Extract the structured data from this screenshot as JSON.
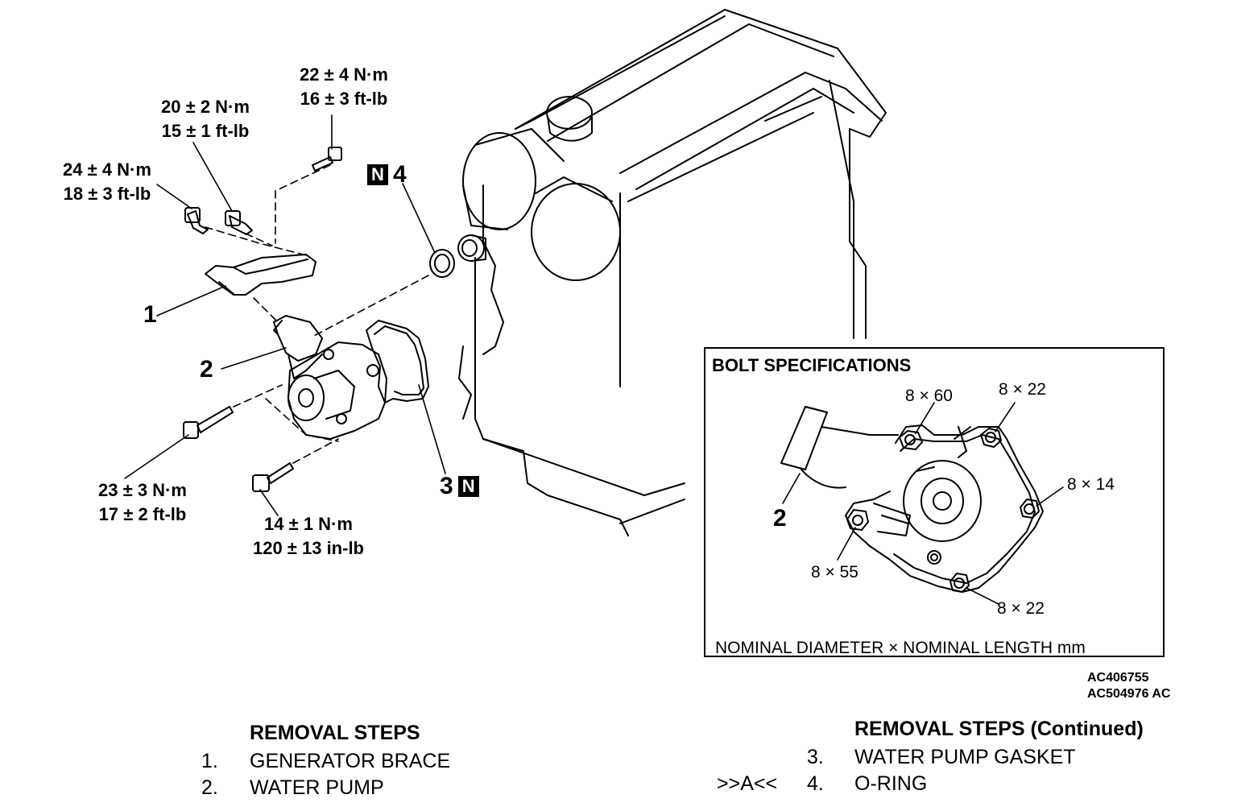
{
  "torque_specs": [
    {
      "nm": "22 ± 4 N·m",
      "imperial": "16 ± 3 ft-lb"
    },
    {
      "nm": "20 ± 2 N·m",
      "imperial": "15 ± 1 ft-lb"
    },
    {
      "nm": "24 ± 4 N·m",
      "imperial": "18 ± 3 ft-lb"
    },
    {
      "nm": "23 ± 3 N·m",
      "imperial": "17 ± 2 ft-lb"
    },
    {
      "nm": "14 ± 1 N·m",
      "imperial": "120 ± 13 in-lb"
    }
  ],
  "callouts": {
    "c1": "1",
    "c2": "2",
    "c3": "3",
    "c4": "4",
    "new_part_badge": "N"
  },
  "bolt_specifications": {
    "title": "BOLT SPECIFICATIONS",
    "part_label": "2",
    "sizes": [
      "8 × 60",
      "8 × 22",
      "8 × 14",
      "8 × 55",
      "8 × 22"
    ],
    "footer": "NOMINAL DIAMETER  × NOMINAL LENGTH mm"
  },
  "figure_ids": [
    "AC406755",
    "AC504976 AC"
  ],
  "removal_steps": {
    "heading": "REMOVAL STEPS",
    "heading_continued": "REMOVAL STEPS  (Continued)",
    "steps": [
      {
        "num": "1.",
        "label": "GENERATOR BRACE",
        "marker": ""
      },
      {
        "num": "2.",
        "label": "WATER PUMP",
        "marker": ""
      },
      {
        "num": "3.",
        "label": "WATER PUMP GASKET",
        "marker": ""
      },
      {
        "num": "4.",
        "label": "O-RING",
        "marker": ">>A<<"
      }
    ]
  }
}
